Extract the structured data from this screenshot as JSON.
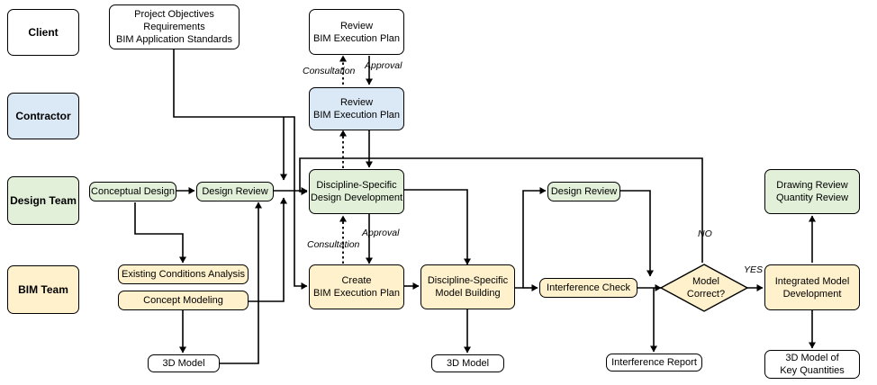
{
  "lanes": {
    "client": "Client",
    "contractor": "Contractor",
    "design_team": "Design Team",
    "bim_team": "BIM Team"
  },
  "nodes": {
    "project_objectives": [
      "Project Objectives",
      "Requirements",
      "BIM Application Standards"
    ],
    "client_review_bep": [
      "Review",
      "BIM Execution Plan"
    ],
    "contractor_review_bep": [
      "Review",
      "BIM Execution Plan"
    ],
    "discipline_design_dev": [
      "Discipline-Specific",
      "Design Development"
    ],
    "conceptual_design": "Conceptual Design",
    "design_review_1": "Design Review",
    "existing_conditions": "Existing Conditions Analysis",
    "concept_modeling": "Concept Modeling",
    "model_3d_1": "3D Model",
    "create_bep": [
      "Create",
      "BIM Execution Plan"
    ],
    "discipline_model_building": [
      "Discipline-Specific",
      "Model Building"
    ],
    "model_3d_2": "3D Model",
    "design_review_2": "Design Review",
    "interference_check": "Interference Check",
    "interference_report": "Interference Report",
    "model_correct": [
      "Model",
      "Correct?"
    ],
    "integrated_model": [
      "Integrated Model",
      "Development"
    ],
    "drawing_review": [
      "Drawing Review",
      "Quantity Review"
    ],
    "key_quantities": [
      "3D Model of",
      "Key Quantities"
    ]
  },
  "labels": {
    "consultation_top": "Consultation",
    "approval_top": "Approval",
    "consultation_bottom": "Consultation",
    "approval_bottom": "Approval",
    "no": "NO",
    "yes": "YES"
  },
  "colors": {
    "white": "#ffffff",
    "blue": "#dbe8f6",
    "green": "#e2f0d9",
    "yellow": "#fff1cc",
    "line": "#000000"
  }
}
